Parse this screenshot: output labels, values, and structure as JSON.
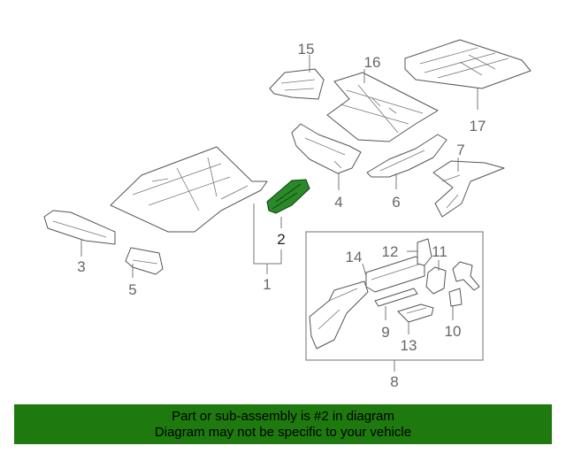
{
  "diagram": {
    "callouts": [
      "1",
      "2",
      "3",
      "4",
      "5",
      "6",
      "7",
      "8",
      "9",
      "10",
      "11",
      "12",
      "13",
      "14",
      "15",
      "16",
      "17"
    ],
    "highlighted_part": "2",
    "highlight_color": "#2a8a2a"
  },
  "banner": {
    "line1": "Part or sub-assembly is #2 in diagram",
    "line2": "Diagram may not be specific to your vehicle",
    "background": "#1e7a0e"
  }
}
